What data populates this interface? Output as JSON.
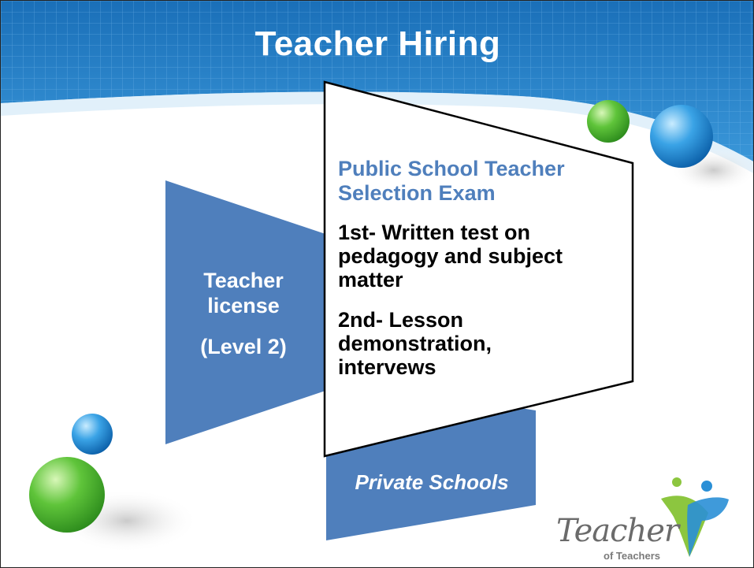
{
  "slide": {
    "title": "Teacher Hiring",
    "license": {
      "line1": "Teacher",
      "line2": "license",
      "line3": "(Level 2)"
    },
    "public_school": {
      "title_line1": "Public School Teacher",
      "title_line2": "Selection Exam",
      "step1_line1": "1st- Written test on",
      "step1_line2": "pedagogy and subject",
      "step1_line3": "matter",
      "step2_line1": "2nd- Lesson",
      "step2_line2": "demonstration,",
      "step2_line3": "intervews"
    },
    "private_school": "Private Schools",
    "logo": {
      "word": "Teacher",
      "sub": "of Teachers"
    }
  },
  "colors": {
    "header_blue": "#2a7cc4",
    "shape_blue": "#4f7fbc",
    "title_blue_text": "#4f7fbc",
    "logo_green": "#8cc63f",
    "logo_blue": "#2a8fd6",
    "ball_green": "#5cbd3a",
    "ball_blue": "#1f86cf"
  },
  "icons": [
    "grid-pattern",
    "sphere-decorations",
    "teacher-of-teachers-logo"
  ]
}
